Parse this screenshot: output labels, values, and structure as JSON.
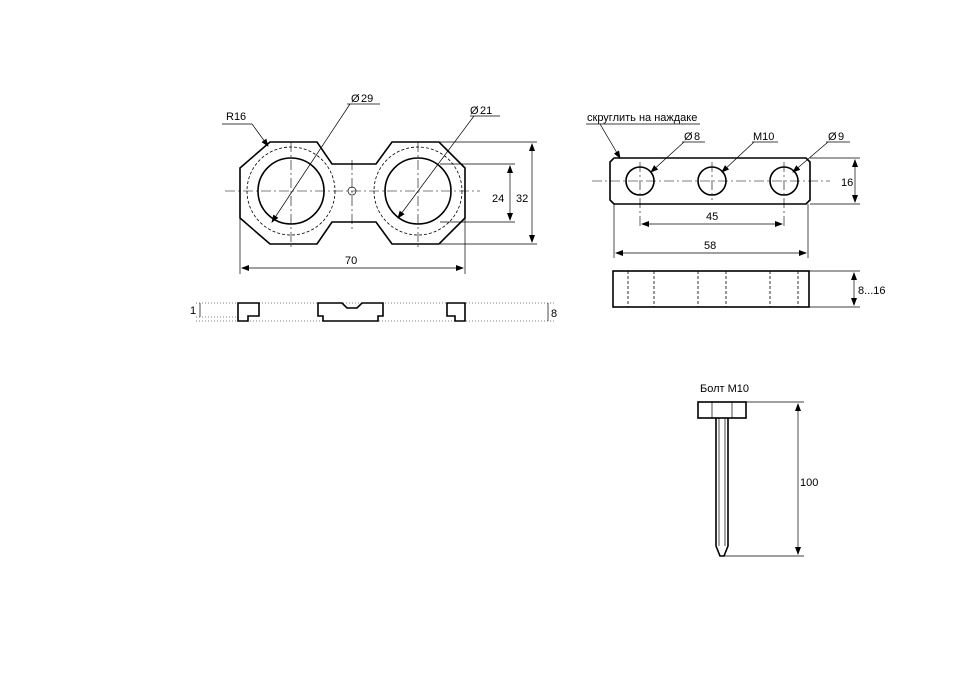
{
  "diagram": {
    "part1": {
      "radius_label": "R16",
      "outer_dia_label": "29",
      "hole_dia_label": "21",
      "inner_height_label": "24",
      "outer_height_label": "32",
      "length_label": "70",
      "step_label": "1",
      "thickness_label": "8"
    },
    "part2": {
      "note_label": "скруглить на наждаке",
      "hole_dia_label": "8",
      "thread_label": "M10",
      "outer_hole_dia_label": "9",
      "height_label": "16",
      "pitch_label": "45",
      "length_label": "58",
      "thickness_label": "8...16"
    },
    "bolt": {
      "title": "Болт М10",
      "length_label": "100"
    }
  }
}
